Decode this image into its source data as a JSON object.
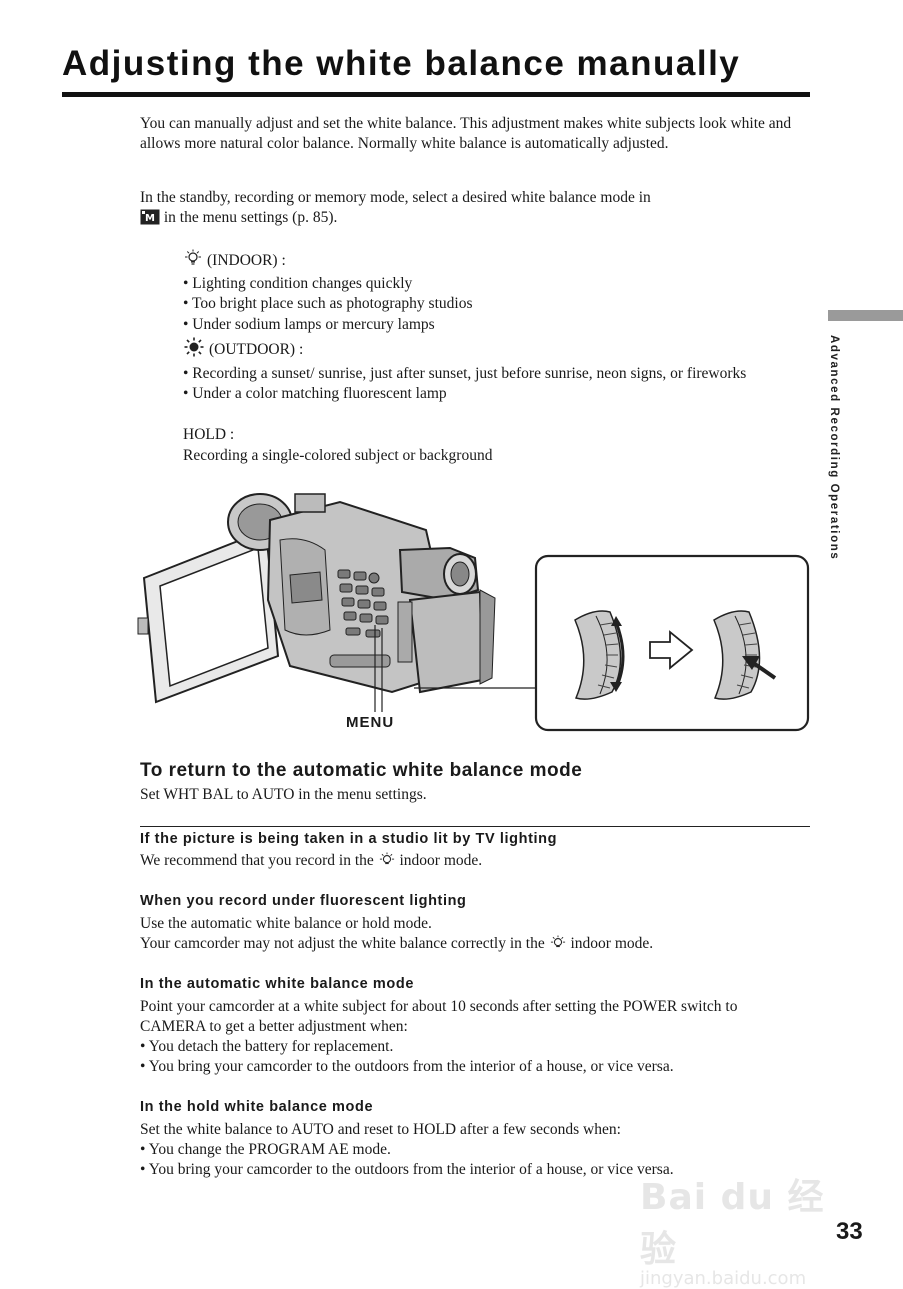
{
  "page": {
    "title": "Adjusting the white balance manually",
    "side_label": "Advanced Recording Operations",
    "page_number": "33"
  },
  "intro": {
    "p1": "You can manually adjust and set the white balance. This adjustment makes white subjects look white and allows more natural color balance. Normally white balance is automatically adjusted.",
    "p2_before_icon": "In the standby, recording or memory mode, select a desired white balance mode in",
    "p2_after_icon": " in the menu settings (p. 85)."
  },
  "modes": {
    "indoor": {
      "icon": "indoor-bulb-icon",
      "label": "(INDOOR) :",
      "bullets": [
        "• Lighting condition changes quickly",
        "• Too bright place such as photography studios",
        "• Under sodium lamps or mercury lamps"
      ]
    },
    "outdoor": {
      "icon": "outdoor-sun-icon",
      "label": "(OUTDOOR) :",
      "bullets": [
        "• Recording a sunset/ sunrise, just after sunset, just before sunrise, neon signs, or fireworks",
        "• Under a color matching fluorescent lamp"
      ]
    },
    "hold": {
      "label": "HOLD :",
      "text": "Recording a single-colored subject or background"
    }
  },
  "figure": {
    "menu_label": "MENU"
  },
  "return_section": {
    "heading": "To return to the automatic white balance mode",
    "text": "Set WHT BAL to AUTO in the menu settings."
  },
  "notes": {
    "tv": {
      "heading": "If the picture is being taken in a studio lit by TV lighting",
      "before_icon": "We recommend that you record in the ",
      "after_icon": " indoor mode."
    },
    "fluorescent": {
      "heading": "When you record under fluorescent lighting",
      "line1": "Use the automatic white balance or hold mode.",
      "line2_before_icon": "Your camcorder may not adjust the white balance correctly in the ",
      "line2_after_icon": " indoor mode."
    },
    "auto_mode": {
      "heading": "In the automatic white balance mode",
      "text": "Point your camcorder at a white subject for about 10 seconds after setting the POWER switch to CAMERA to get a better adjustment when:",
      "bullets": [
        "• You detach the battery for replacement.",
        "• You bring your camcorder to the outdoors from the interior of a house, or vice versa."
      ]
    },
    "hold_mode": {
      "heading": "In the hold white balance mode",
      "text": "Set the white balance to AUTO and reset to HOLD after a few seconds when:",
      "bullets": [
        "• You change the PROGRAM AE mode.",
        "• You bring your camcorder to the outdoors from the interior of a house, or vice versa."
      ]
    }
  },
  "watermark": {
    "main": "Bai du 经验",
    "sub": "jingyan.baidu.com"
  }
}
